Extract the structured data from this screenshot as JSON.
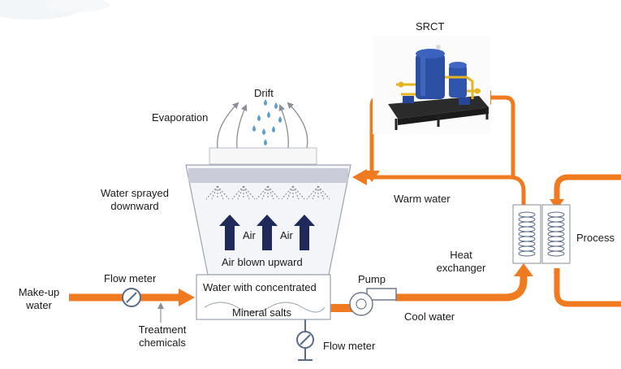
{
  "labels": {
    "srct": "SRCT",
    "drift": "Drift",
    "evaporation": "Evaporation",
    "water_sprayed_line1": "Water sprayed",
    "water_sprayed_line2": "downward",
    "air_1": "Air",
    "air_2": "Air",
    "air_blown_upward": "Air blown upward",
    "warm_water": "Warm water",
    "heat_exchanger_line1": "Heat",
    "heat_exchanger_line2": "exchanger",
    "process": "Process",
    "flow_meter_top": "Flow meter",
    "make_up_line1": "Make-up",
    "make_up_line2": "water",
    "basin_line1": "Water with concentrated",
    "basin_line2": "Mineral salts",
    "pump": "Pump",
    "cool_water": "Cool water",
    "treatment_line1": "Treatment",
    "treatment_line2": "chemicals",
    "flow_meter_bottom": "Flow meter"
  },
  "colors": {
    "pipe": "#f07a20",
    "air_arrow": "#1f2a5a",
    "droplet": "#5a9fd0",
    "tower_fill": "#f4f5f8",
    "tower_stroke": "#9aa3ae",
    "spray_band": "#c9ccd8",
    "text": "#1a1a1a"
  }
}
